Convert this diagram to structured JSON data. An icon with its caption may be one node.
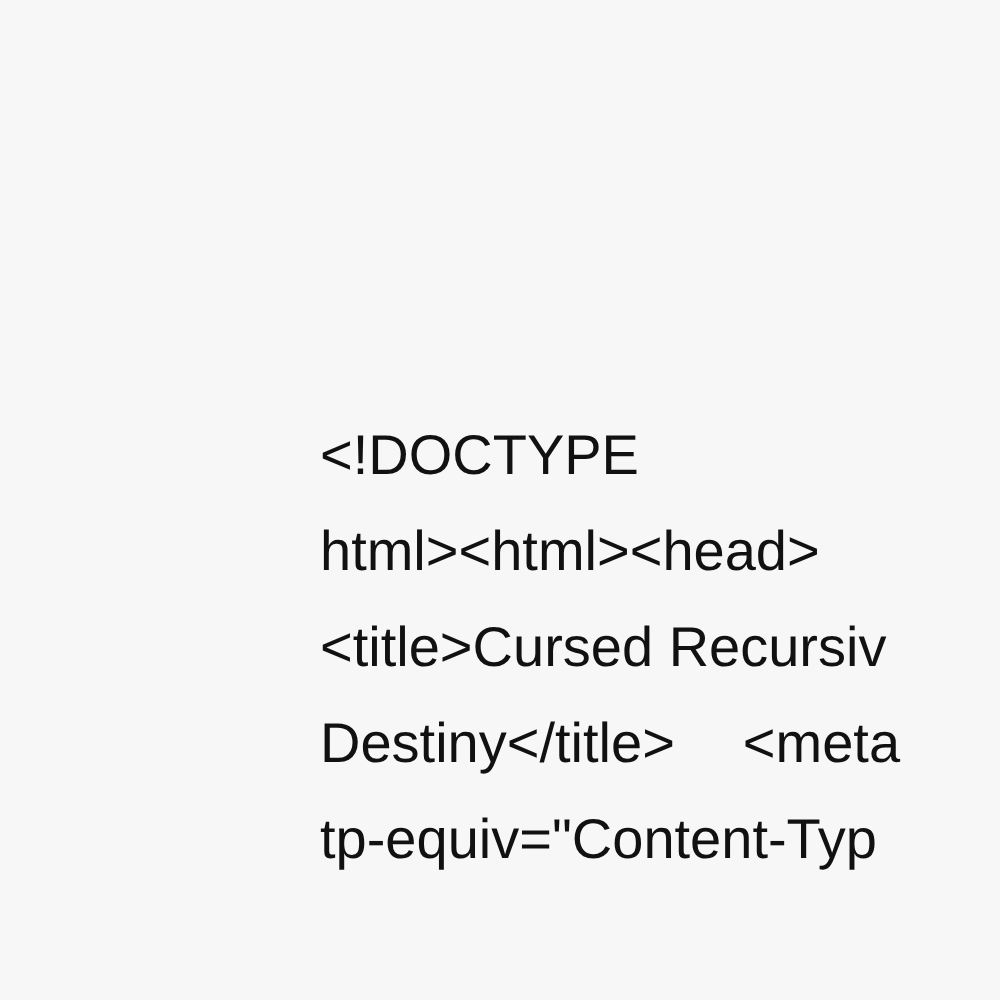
{
  "diagram": {
    "labels": [
      "<!DOCTYPE",
      "html><html><head>",
      "<title>Cursed Recursiv",
      "Destiny</title>",
      "<meta",
      "tp-equiv=\"Content-Typ"
    ]
  }
}
